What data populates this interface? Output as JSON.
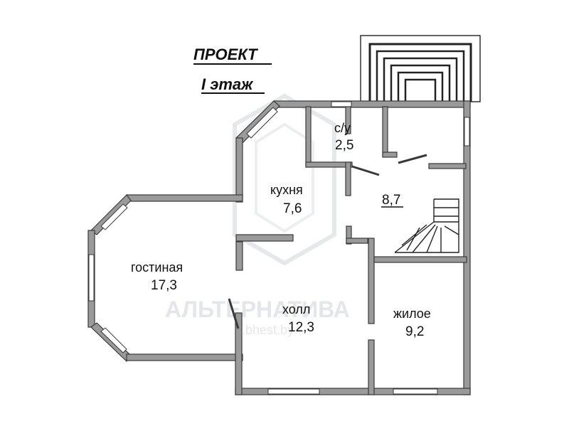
{
  "title": {
    "line1": "ПРОЕКТ",
    "line2": "I этаж"
  },
  "rooms": {
    "bathroom": {
      "name": "с/у",
      "area": "2,5"
    },
    "kitchen": {
      "name": "кухня",
      "area": "7,6"
    },
    "stair_hall": {
      "area": "8,7"
    },
    "living_room": {
      "name": "гостиная",
      "area": "17,3"
    },
    "hall": {
      "name": "холл",
      "area": "12,3"
    },
    "bedroom": {
      "name": "жилое",
      "area": "9,2"
    }
  },
  "watermark": {
    "brand": "АЛЬТЕРНАТИВА",
    "site": ".bhest.by"
  }
}
